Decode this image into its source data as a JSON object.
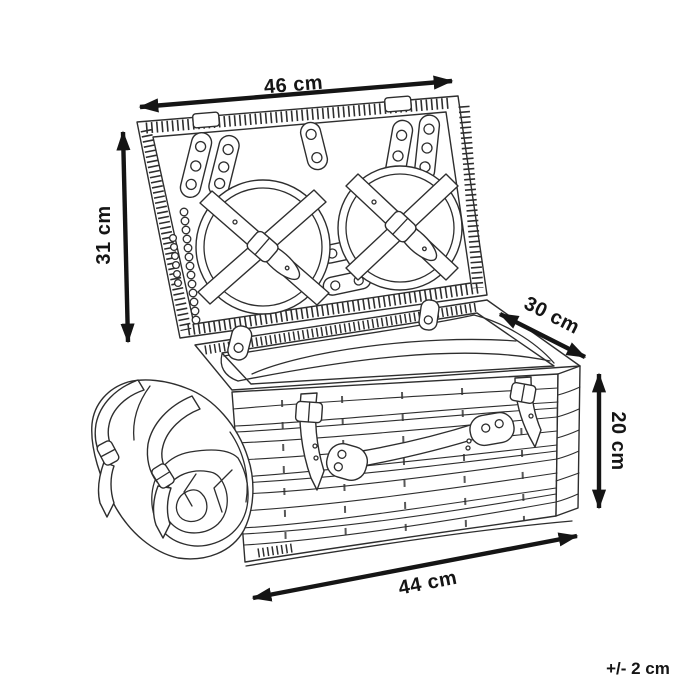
{
  "diagram": {
    "subject": "open wicker picnic hamper with two strapped plates in the lid, cutlery tabs, front handle, lid buckle straps and a rolled blanket strapped to the left side",
    "colors": {
      "line": "#2e2e2e",
      "annotation": "#151515",
      "background": "#ffffff"
    },
    "dimensions": {
      "lid_width": {
        "label": "46 cm",
        "edge": "open lid width (top)"
      },
      "lid_height": {
        "label": "31 cm",
        "edge": "open lid height (left)"
      },
      "depth": {
        "label": "30 cm",
        "edge": "basket depth (diagonal)"
      },
      "body_height": {
        "label": "20 cm",
        "edge": "basket body height (right)"
      },
      "body_width": {
        "label": "44 cm",
        "edge": "basket body width (bottom)"
      }
    },
    "tolerance": {
      "label": "+/- 2 cm"
    }
  }
}
